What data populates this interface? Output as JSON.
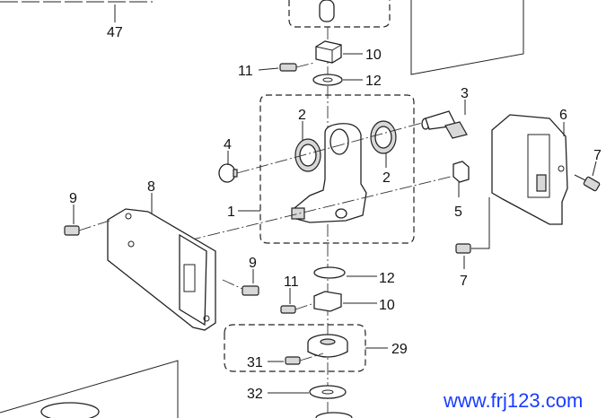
{
  "diagram": {
    "callouts": {
      "p47": "47",
      "p10a": "10",
      "p11a": "11",
      "p12a": "12",
      "p3": "3",
      "p2a": "2",
      "p6": "6",
      "p4": "4",
      "p2b": "2",
      "p7a": "7",
      "p9a": "9",
      "p8": "8",
      "p1": "1",
      "p5": "5",
      "p9b": "9",
      "p7b": "7",
      "p12b": "12",
      "p11b": "11",
      "p10b": "10",
      "p29": "29",
      "p31": "31",
      "p32": "32"
    },
    "watermark": "www.frj123.com",
    "watermark_color": "#1a3cff"
  }
}
